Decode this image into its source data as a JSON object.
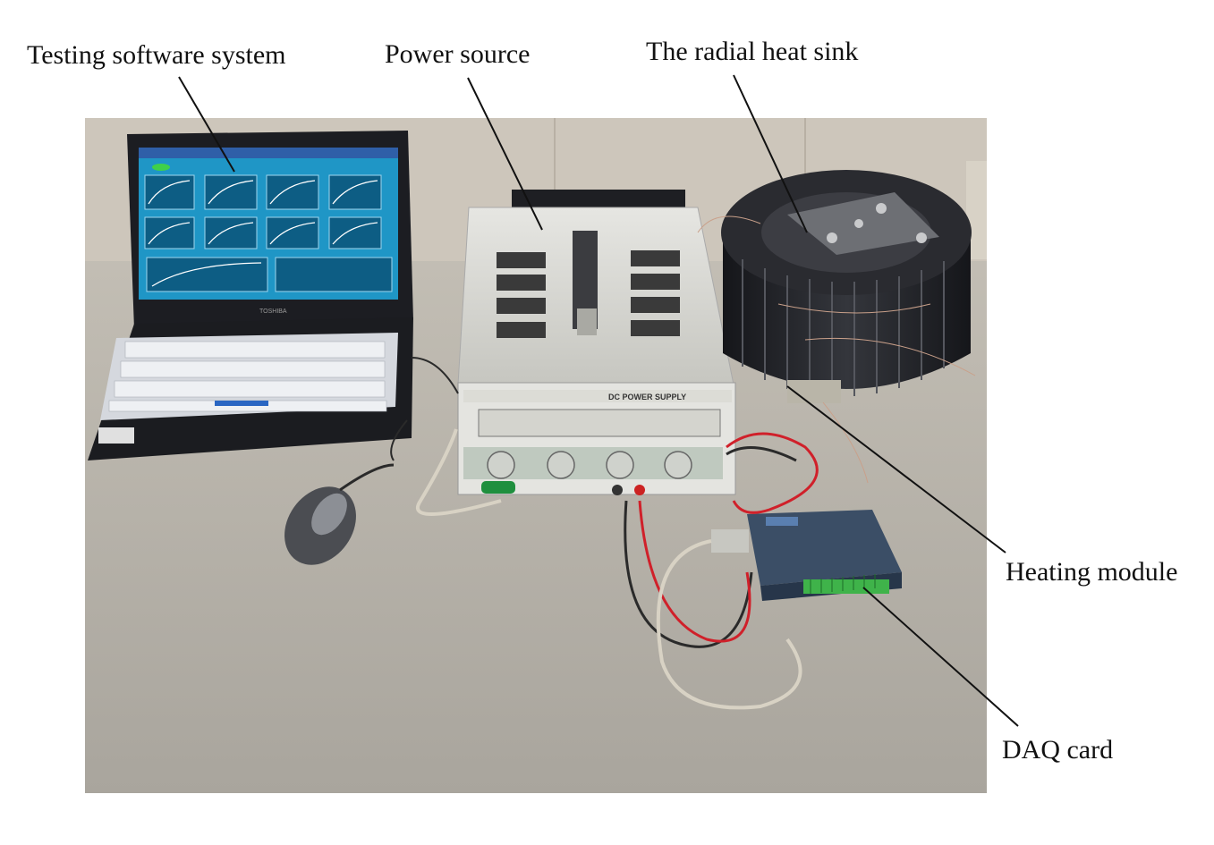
{
  "labels": {
    "software": "Testing software system",
    "power": "Power source",
    "heatsink": "The radial heat sink",
    "heating": "Heating module",
    "daq": "DAQ card"
  },
  "device_marks": {
    "laptop_brand": "TOSHIBA",
    "psu_panel": "DC POWER SUPPLY"
  },
  "colors": {
    "background": "#ffffff",
    "table": "#b6b2a9",
    "wall": "#cfc8bd",
    "screen": "#1f96c6",
    "heatsink": "#232428",
    "psu_body": "#d9d9d4",
    "daq_body": "#3b4e66",
    "terminal_green": "#3fb34a",
    "wire_red": "#d0202a"
  },
  "icons": [
    "laptop-icon",
    "power-supply-icon",
    "heat-sink-icon",
    "daq-card-icon",
    "mouse-icon"
  ]
}
